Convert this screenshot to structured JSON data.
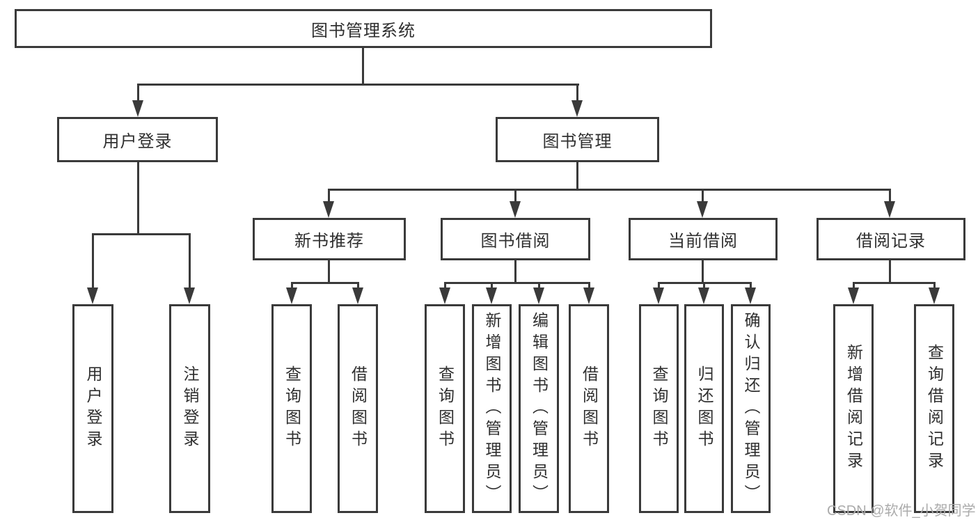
{
  "diagram_title": "图书管理系统",
  "colors": {
    "line": "#3a3a3a",
    "box_border": "#3a3a3a",
    "box_fill": "#ffffff",
    "text": "#2f2f2f",
    "watermark": "#ababab",
    "background": "#ffffff"
  },
  "tree": {
    "root": {
      "label": "图书管理系统"
    },
    "children": [
      {
        "label": "用户登录",
        "leaves": [
          {
            "label": "用户登录"
          },
          {
            "label": "注销登录"
          }
        ]
      },
      {
        "label": "图书管理",
        "children": [
          {
            "label": "新书推荐",
            "leaves": [
              {
                "label": "查询图书"
              },
              {
                "label": "借阅图书"
              }
            ]
          },
          {
            "label": "图书借阅",
            "leaves": [
              {
                "label": "查询图书"
              },
              {
                "label": "新增图书（管理员）"
              },
              {
                "label": "编辑图书（管理员）"
              },
              {
                "label": "借阅图书"
              }
            ]
          },
          {
            "label": "当前借阅",
            "leaves": [
              {
                "label": "查询图书"
              },
              {
                "label": "归还图书"
              },
              {
                "label": "确认归还（管理员）"
              }
            ]
          },
          {
            "label": "借阅记录",
            "leaves": [
              {
                "label": "新增借阅记录"
              },
              {
                "label": "查询借阅记录"
              }
            ]
          }
        ]
      }
    ]
  },
  "watermark": "CSDN @软件_小贺同学"
}
